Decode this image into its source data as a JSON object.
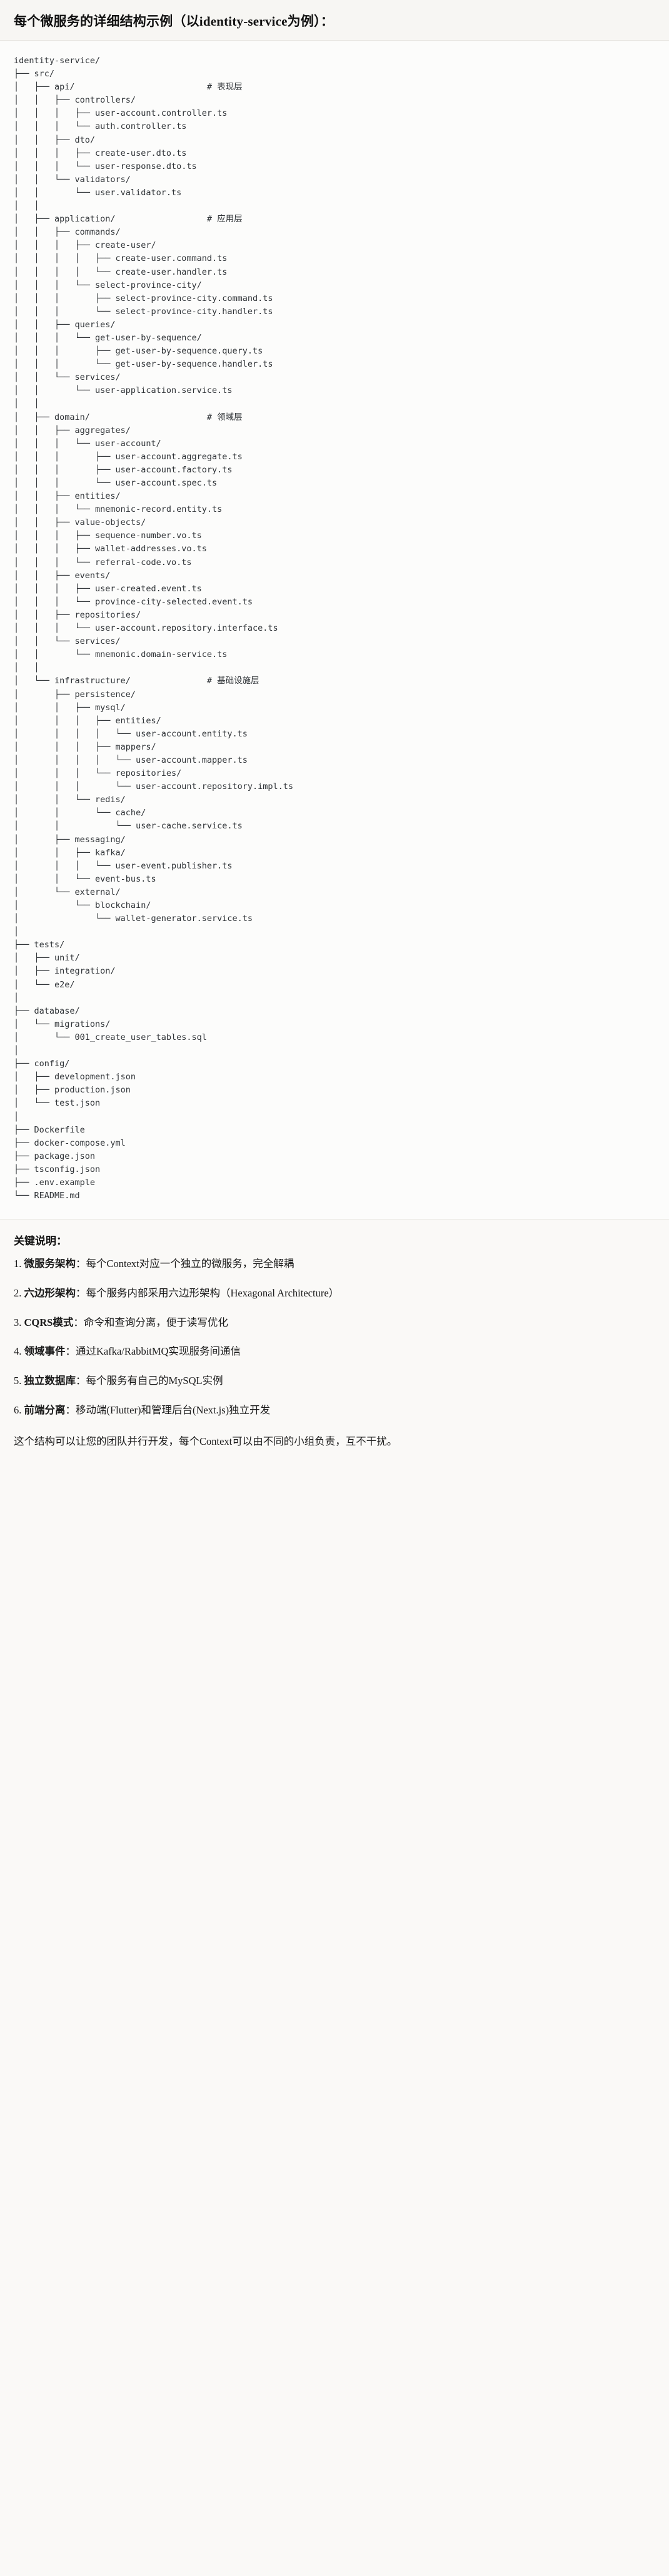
{
  "header": {
    "title": "每个微服务的详细结构示例（以identity-service为例）："
  },
  "tree": {
    "text": "identity-service/\n├── src/\n│   ├── api/                          # 表现层\n│   │   ├── controllers/\n│   │   │   ├── user-account.controller.ts\n│   │   │   └── auth.controller.ts\n│   │   ├── dto/\n│   │   │   ├── create-user.dto.ts\n│   │   │   └── user-response.dto.ts\n│   │   └── validators/\n│   │       └── user.validator.ts\n│   │\n│   ├── application/                  # 应用层\n│   │   ├── commands/\n│   │   │   ├── create-user/\n│   │   │   │   ├── create-user.command.ts\n│   │   │   │   └── create-user.handler.ts\n│   │   │   └── select-province-city/\n│   │   │       ├── select-province-city.command.ts\n│   │   │       └── select-province-city.handler.ts\n│   │   ├── queries/\n│   │   │   └── get-user-by-sequence/\n│   │   │       ├── get-user-by-sequence.query.ts\n│   │   │       └── get-user-by-sequence.handler.ts\n│   │   └── services/\n│   │       └── user-application.service.ts\n│   │\n│   ├── domain/                       # 领域层\n│   │   ├── aggregates/\n│   │   │   └── user-account/\n│   │   │       ├── user-account.aggregate.ts\n│   │   │       ├── user-account.factory.ts\n│   │   │       └── user-account.spec.ts\n│   │   ├── entities/\n│   │   │   └── mnemonic-record.entity.ts\n│   │   ├── value-objects/\n│   │   │   ├── sequence-number.vo.ts\n│   │   │   ├── wallet-addresses.vo.ts\n│   │   │   └── referral-code.vo.ts\n│   │   ├── events/\n│   │   │   ├── user-created.event.ts\n│   │   │   └── province-city-selected.event.ts\n│   │   ├── repositories/\n│   │   │   └── user-account.repository.interface.ts\n│   │   └── services/\n│   │       └── mnemonic.domain-service.ts\n│   │\n│   └── infrastructure/               # 基础设施层\n│       ├── persistence/\n│       │   ├── mysql/\n│       │   │   ├── entities/\n│       │   │   │   └── user-account.entity.ts\n│       │   │   ├── mappers/\n│       │   │   │   └── user-account.mapper.ts\n│       │   │   └── repositories/\n│       │   │       └── user-account.repository.impl.ts\n│       │   └── redis/\n│       │       └── cache/\n│       │           └── user-cache.service.ts\n│       ├── messaging/\n│       │   ├── kafka/\n│       │   │   └── user-event.publisher.ts\n│       │   └── event-bus.ts\n│       └── external/\n│           └── blockchain/\n│               └── wallet-generator.service.ts\n│\n├── tests/\n│   ├── unit/\n│   ├── integration/\n│   └── e2e/\n│\n├── database/\n│   └── migrations/\n│       └── 001_create_user_tables.sql\n│\n├── config/\n│   ├── development.json\n│   ├── production.json\n│   └── test.json\n│\n├── Dockerfile\n├── docker-compose.yml\n├── package.json\n├── tsconfig.json\n├── .env.example\n└── README.md"
  },
  "notes": {
    "title": "关键说明：",
    "items": [
      {
        "num": "1. ",
        "lead": "微服务架构",
        "body": "：每个Context对应一个独立的微服务，完全解耦"
      },
      {
        "num": "2. ",
        "lead": "六边形架构",
        "body": "：每个服务内部采用六边形架构（Hexagonal Architecture）"
      },
      {
        "num": "3. ",
        "lead": "CQRS模式",
        "body": "：命令和查询分离，便于读写优化"
      },
      {
        "num": "4. ",
        "lead": "领域事件",
        "body": "：通过Kafka/RabbitMQ实现服务间通信"
      },
      {
        "num": "5. ",
        "lead": "独立数据库",
        "body": "：每个服务有自己的MySQL实例"
      },
      {
        "num": "6. ",
        "lead": "前端分离",
        "body": "：移动端(Flutter)和管理后台(Next.js)独立开发"
      }
    ],
    "closing": "这个结构可以让您的团队并行开发，每个Context可以由不同的小组负责，互不干扰。"
  }
}
